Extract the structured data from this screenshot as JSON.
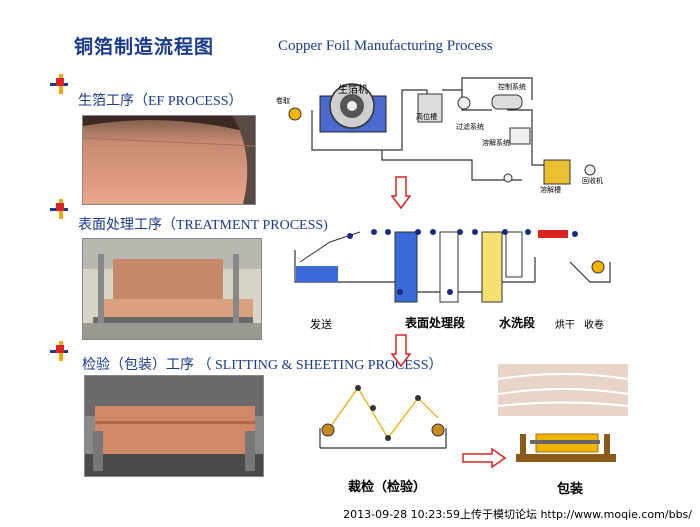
{
  "title": {
    "cn": "铜箔制造流程图",
    "en": "Copper Foil  Manufacturing Process"
  },
  "sections": [
    {
      "label": "生箔工序（EF PROCESS）"
    },
    {
      "label": "表面处理工序（TREATMENT PROCESS)"
    },
    {
      "label": "检验（包装）工序 （ SLITTING & SHEETING  PROCESS）"
    }
  ],
  "ef_diagram": {
    "machine": "生箔机",
    "winder": "卷取",
    "tank": "高位槽",
    "filter": "过滤系统",
    "control": "控制系统",
    "solution": "溶解系统",
    "dissolve": "溶解槽",
    "pump": "回收机"
  },
  "treatment_diagram": {
    "unwind": "发送",
    "surface": "表面处理段",
    "wash": "水洗段",
    "dry": "烘干",
    "rewind": "收卷"
  },
  "slitting_diagram": {
    "cut": "裁检（检验）",
    "pack": "包装"
  },
  "footer": "2013-09-28 10:23:59上传于模切论坛 http://www.moqie.com/bbs/"
}
